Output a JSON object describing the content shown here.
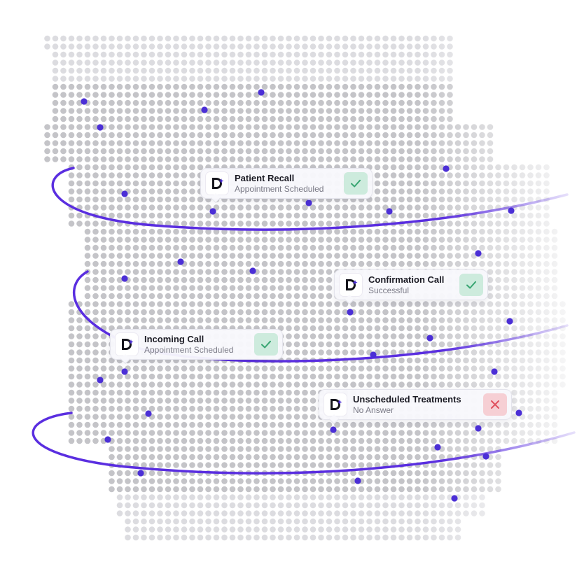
{
  "colors": {
    "dot": "#c4c4c8",
    "accent_dot": "#4b2fd6",
    "orbit": "#5a2ee0",
    "success": "#3aa673",
    "failure": "#e0525f"
  },
  "cards": [
    {
      "title": "Patient Recall",
      "subtitle": "Appointment Scheduled",
      "status": "success",
      "logo_icon": "brand-logo-icon",
      "status_icon": "check-icon"
    },
    {
      "title": "Confirmation Call",
      "subtitle": "Successful",
      "status": "success",
      "logo_icon": "brand-logo-icon",
      "status_icon": "check-icon"
    },
    {
      "title": "Incoming Call",
      "subtitle": "Appointment Scheduled",
      "status": "success",
      "logo_icon": "brand-logo-icon",
      "status_icon": "check-icon"
    },
    {
      "title": "Unscheduled Treatments",
      "subtitle": "No Answer",
      "status": "failure",
      "logo_icon": "brand-logo-icon",
      "status_icon": "close-icon"
    }
  ]
}
